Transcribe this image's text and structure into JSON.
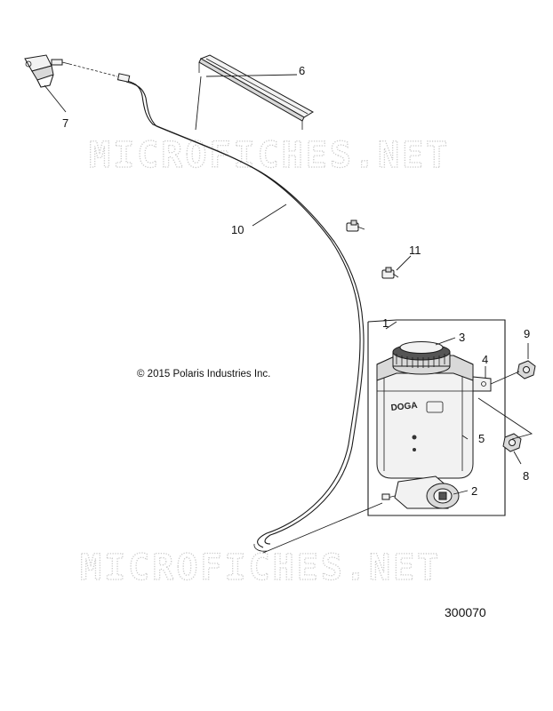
{
  "watermark": {
    "top": "MICROFICHES.NET",
    "bottom": "MICROFICHES.NET"
  },
  "copyright": "© 2015 Polaris Industries Inc.",
  "diagram_number": "300070",
  "tank_label": "DOGA",
  "callouts": {
    "c1": "1",
    "c2": "2",
    "c3": "3",
    "c4": "4",
    "c5": "5",
    "c6": "6",
    "c7": "7",
    "c8": "8",
    "c9": "9",
    "c10": "10",
    "c11": "11"
  }
}
